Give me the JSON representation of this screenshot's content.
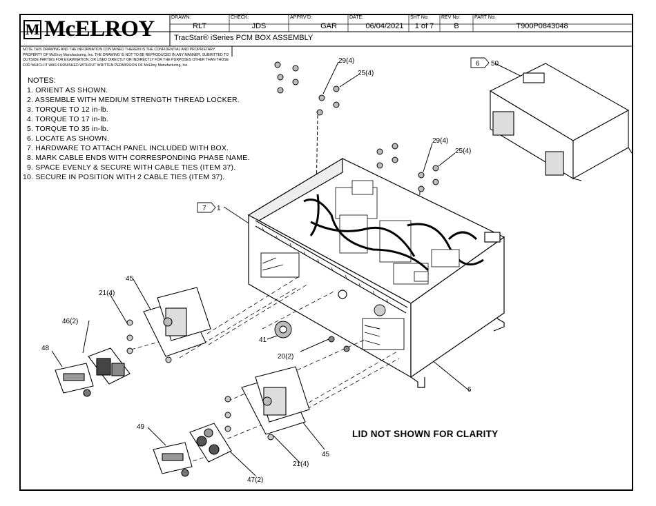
{
  "company": {
    "logo_text": "McELROY",
    "logo_mark": "M"
  },
  "title_block": {
    "drawn_label": "DRAWN:",
    "drawn": "RLT",
    "check_label": "CHECK:",
    "check": "JDS",
    "apprvd_label": "APPRV'D:",
    "apprvd": "GAR",
    "date_label": "DATE:",
    "date": "06/04/2021",
    "sht_label": "SHT No:",
    "sht": "1 of 7",
    "rev_label": "REV No:",
    "rev": "B",
    "part_label": "PART No:",
    "part": "T900P0843048",
    "title": "TracStar® iSeries PCM BOX ASSEMBLY"
  },
  "disclaimer": "NOTE THIS DRAWING AND THE INFORMATION CONTAINED THEREIN IS THE CONFIDENTIAL AND PROPRIETARY PROPERTY OF McElroy Manufacturing, Inc. THE DRAWING IS NOT TO BE REPRODUCED IN ANY MANNER, SUBMITTED TO OUTSIDE PARTIES FOR EXAMINATION, OR USED DIRECTLY OR INDIRECTLY FOR THE PURPOSES OTHER THAN THOSE FOR WHICH IT WAS FURNISHED WITHOUT WRITTEN PERMISSION OF McElroy Manufacturing, Inc.",
  "notes": {
    "title": "NOTES:",
    "items": [
      "1. ORIENT AS SHOWN.",
      "2. ASSEMBLE WITH MEDIUM STRENGTH THREAD LOCKER.",
      "3. TORQUE TO 12 in-lb.",
      "4. TORQUE TO 17 in-lb.",
      "5. TORQUE TO 35 in-lb.",
      "6. LOCATE AS SHOWN.",
      "7. HARDWARE TO ATTACH PANEL INCLUDED WITH BOX.",
      "8. MARK CABLE ENDS WITH CORRESPONDING PHASE NAME.",
      "9. SPACE EVENLY & SECURE WITH CABLE TIES (ITEM 37).",
      "10. SECURE IN POSITION WITH 2 CABLE TIES (ITEM 37)."
    ]
  },
  "callouts": {
    "c29a": "29(4)",
    "c25a": "25(4)",
    "c29b": "29(4)",
    "c25b": "25(4)",
    "c50": "50",
    "flag6": "6",
    "flag7": "7",
    "c1": "1",
    "c45a": "45",
    "c21a": "21(4)",
    "c46": "46(2)",
    "c48": "48",
    "c41": "41",
    "c20": "20(2)",
    "c6": "6",
    "c49": "49",
    "c21b": "21(4)",
    "c45b": "45",
    "c47": "47(2)"
  },
  "lid_note": "LID NOT SHOWN FOR CLARITY"
}
